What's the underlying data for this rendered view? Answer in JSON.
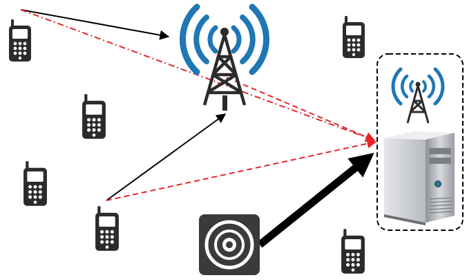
{
  "diagram": {
    "nodes": [
      {
        "id": "phone-1",
        "kind": "mobile-phone-icon"
      },
      {
        "id": "phone-2",
        "kind": "mobile-phone-icon"
      },
      {
        "id": "phone-3",
        "kind": "mobile-phone-icon"
      },
      {
        "id": "phone-4",
        "kind": "mobile-phone-icon"
      },
      {
        "id": "phone-5",
        "kind": "mobile-phone-icon"
      },
      {
        "id": "phone-6",
        "kind": "mobile-phone-icon"
      },
      {
        "id": "base-station",
        "kind": "cell-tower-icon"
      },
      {
        "id": "edge-server",
        "kind": "server-with-antenna-icon"
      },
      {
        "id": "signal-source",
        "kind": "speaker-icon"
      }
    ],
    "links": [
      {
        "from": "phone-1",
        "to": "base-station",
        "style": "solid-arrow"
      },
      {
        "from": "phone-1",
        "to": "edge-server",
        "style": "red-dash-dot-arrow"
      },
      {
        "from": "base-station",
        "to": "edge-server",
        "style": "red-dashed-arrow"
      },
      {
        "from": "phone-4",
        "to": "base-station",
        "style": "solid-arrow"
      },
      {
        "from": "phone-4",
        "to": "edge-server",
        "style": "red-dashed-arrow"
      },
      {
        "from": "signal-source",
        "to": "edge-server",
        "style": "thick-arrow"
      }
    ],
    "colors": {
      "wave_blue": "#1f77b4",
      "tower_dark": "#2b2b2b",
      "link_black": "#000000",
      "link_red": "#e8232a",
      "server_gray": "#b9bcc0",
      "speaker_bg": "#3a3a3a"
    }
  }
}
